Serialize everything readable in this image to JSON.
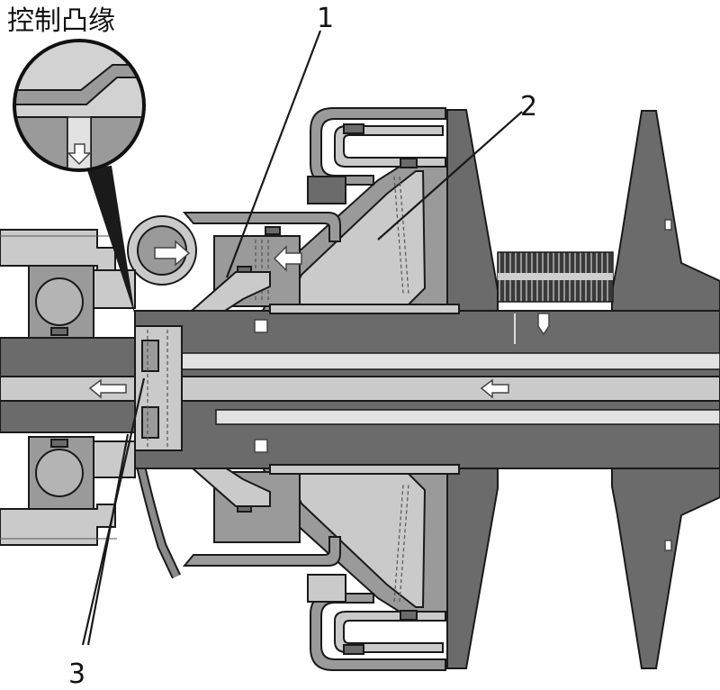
{
  "labels": {
    "title": "控制凸缘",
    "part_1": "1",
    "part_2": "2",
    "part_3": "3"
  },
  "colors": {
    "dark": "#6b6b6b",
    "mid": "#9a9a9a",
    "light": "#cacaca",
    "pale": "#e2e2e2",
    "line": "#1a1a1a"
  }
}
